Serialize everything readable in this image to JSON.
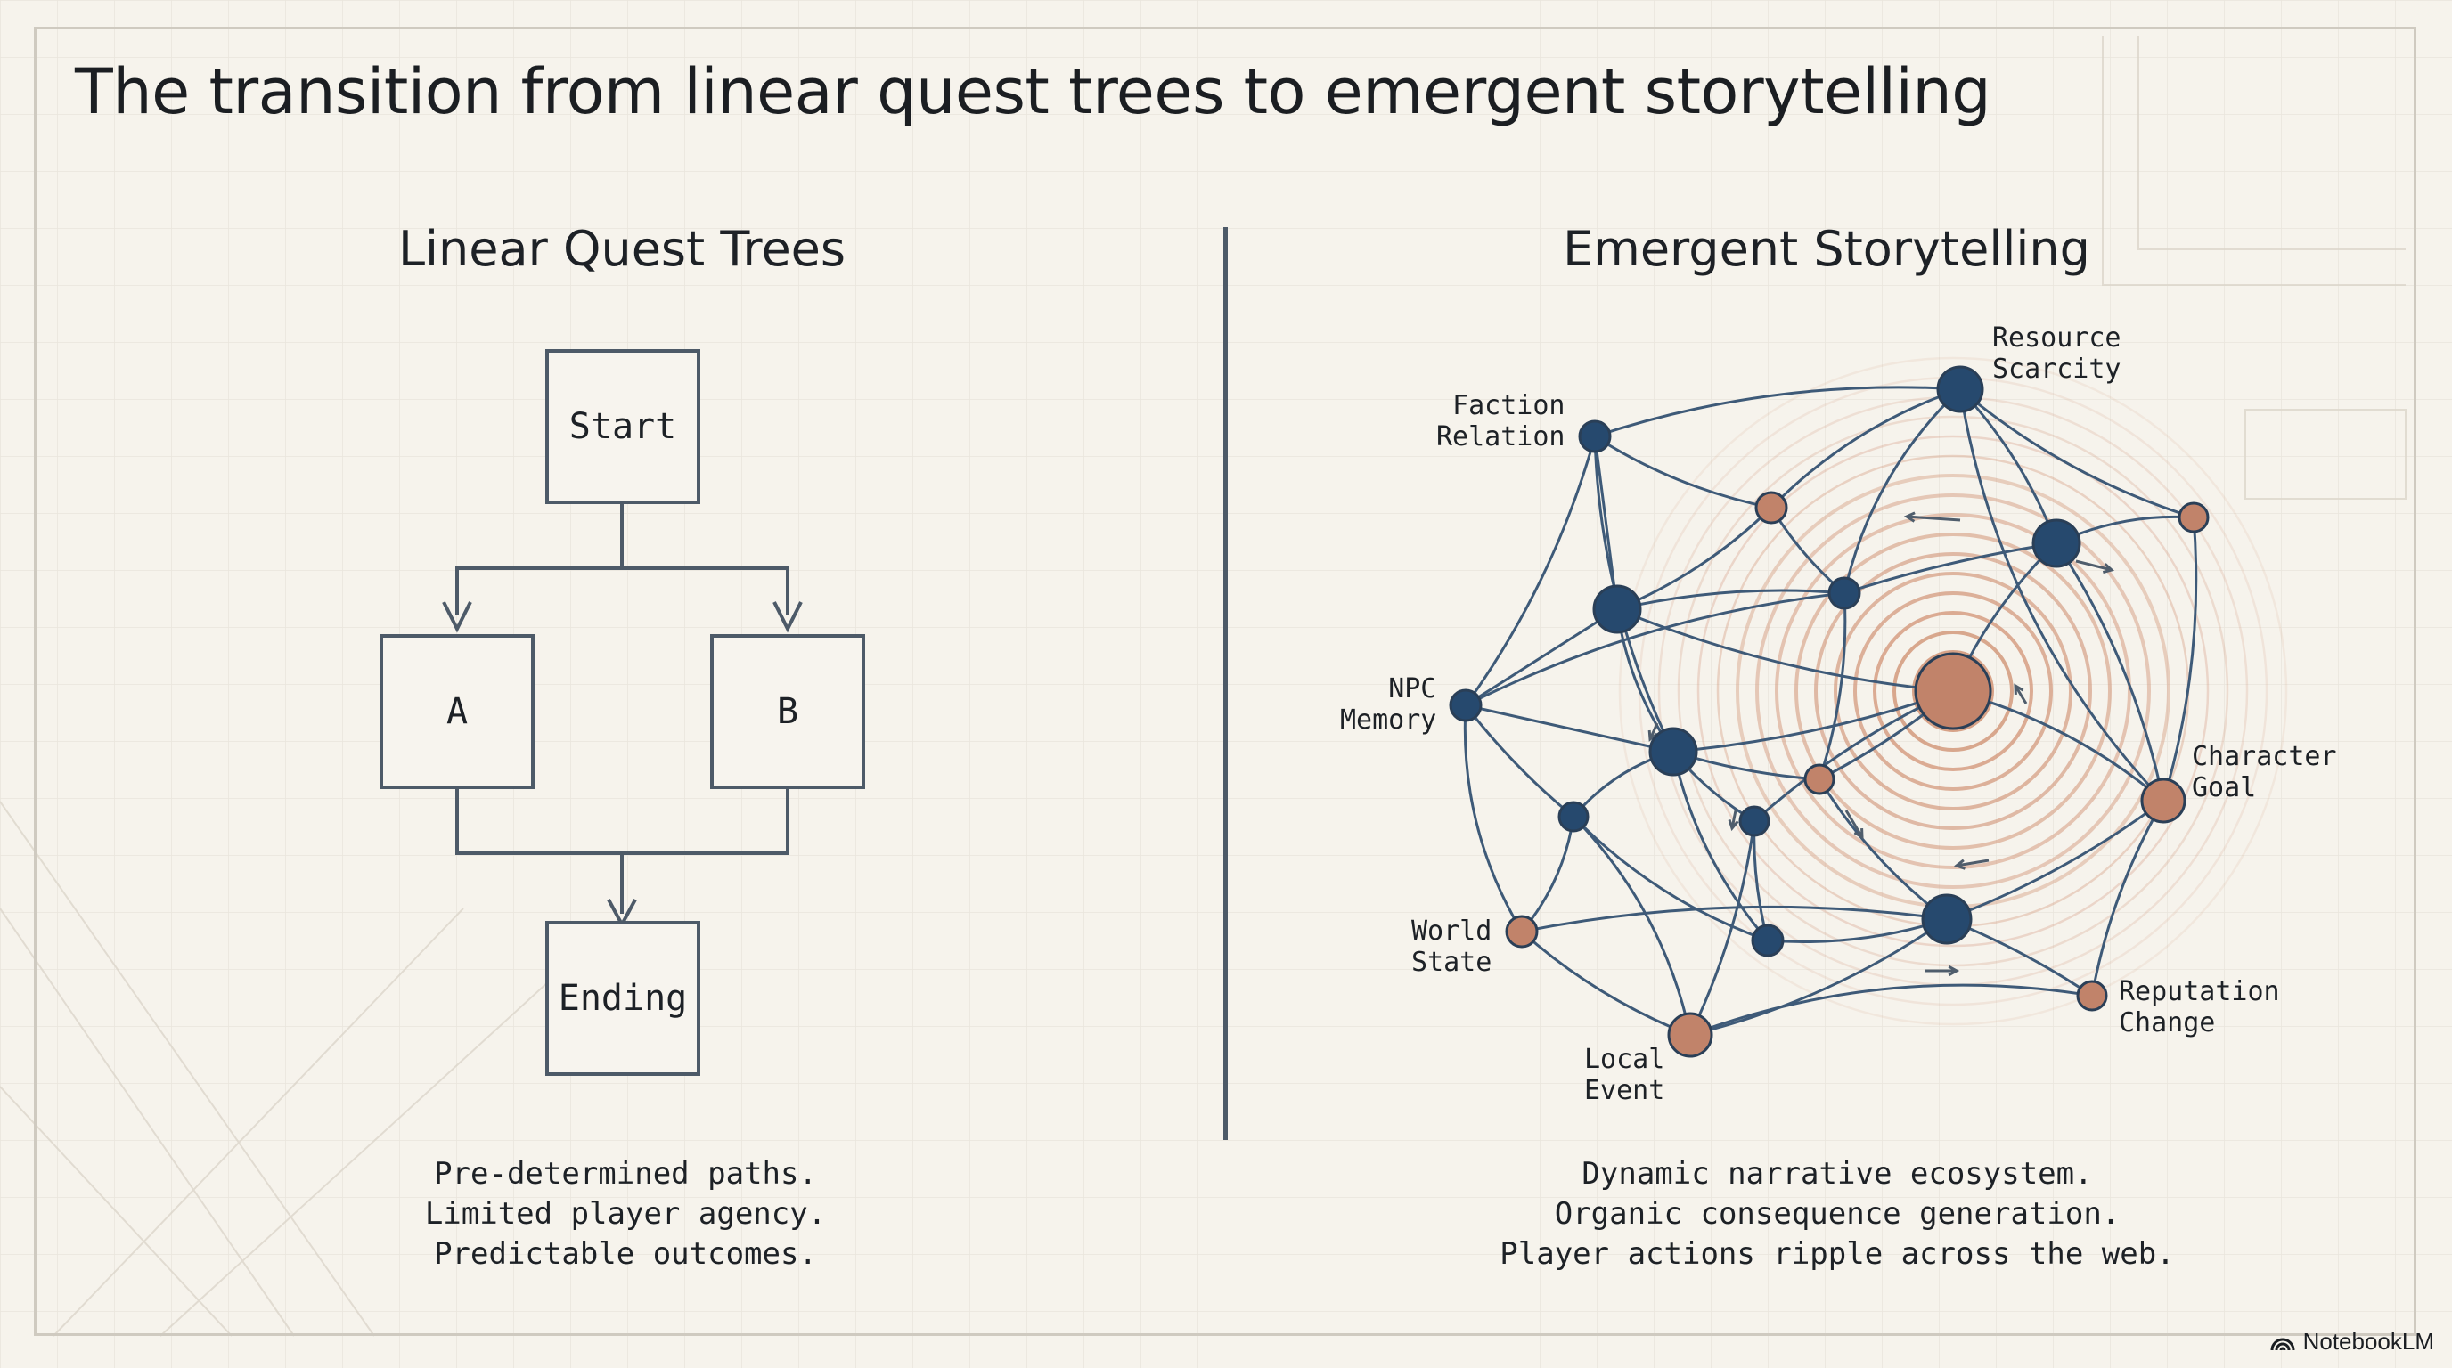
{
  "title": "The transition from linear quest trees to emergent storytelling",
  "left_panel": {
    "heading": "Linear Quest Trees",
    "nodes": {
      "start": "Start",
      "a": "A",
      "b": "B",
      "ending": "Ending"
    },
    "caption": [
      "Pre-determined paths.",
      "Limited player agency.",
      "Predictable outcomes."
    ]
  },
  "right_panel": {
    "heading": "Emergent Storytelling",
    "labels": {
      "resource_scarcity": "Resource\nScarcity",
      "faction_relation": "Faction\nRelation",
      "npc_memory": "NPC\nMemory",
      "character_goal": "Character\nGoal",
      "world_state": "World\nState",
      "reputation_change": "Reputation\nChange",
      "local_event": "Local\nEvent"
    },
    "caption": [
      "Dynamic narrative ecosystem.",
      "Organic consequence generation.",
      "Player actions ripple across the web."
    ]
  },
  "brand": "NotebookLM",
  "colors": {
    "background": "#f6f3ec",
    "line": "#4d5a68",
    "network_line": "#3e5a78",
    "node_dark": "#26496e",
    "node_orange": "#c1836a",
    "ripple": "#d19376"
  }
}
